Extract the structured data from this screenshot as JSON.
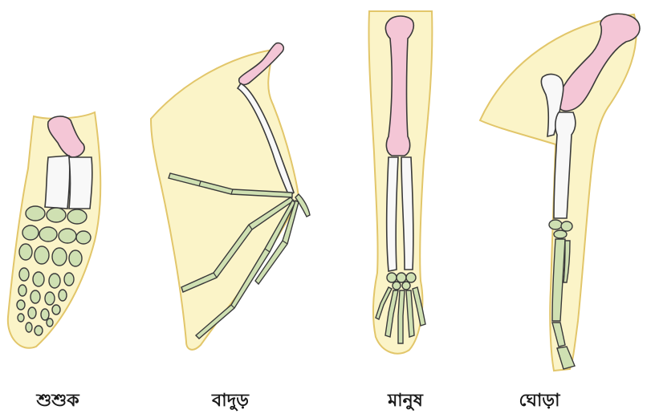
{
  "labels": {
    "turtle": "শুশুক",
    "bat": "বাদুড়",
    "human": "মানুষ",
    "horse": "ঘোড়া"
  },
  "colors": {
    "humerus": "#f4c6d6",
    "radius_ulna": "#f8f8f8",
    "hand_bones": "#cfe0b2",
    "limb_outline": "#fbf4c8"
  }
}
